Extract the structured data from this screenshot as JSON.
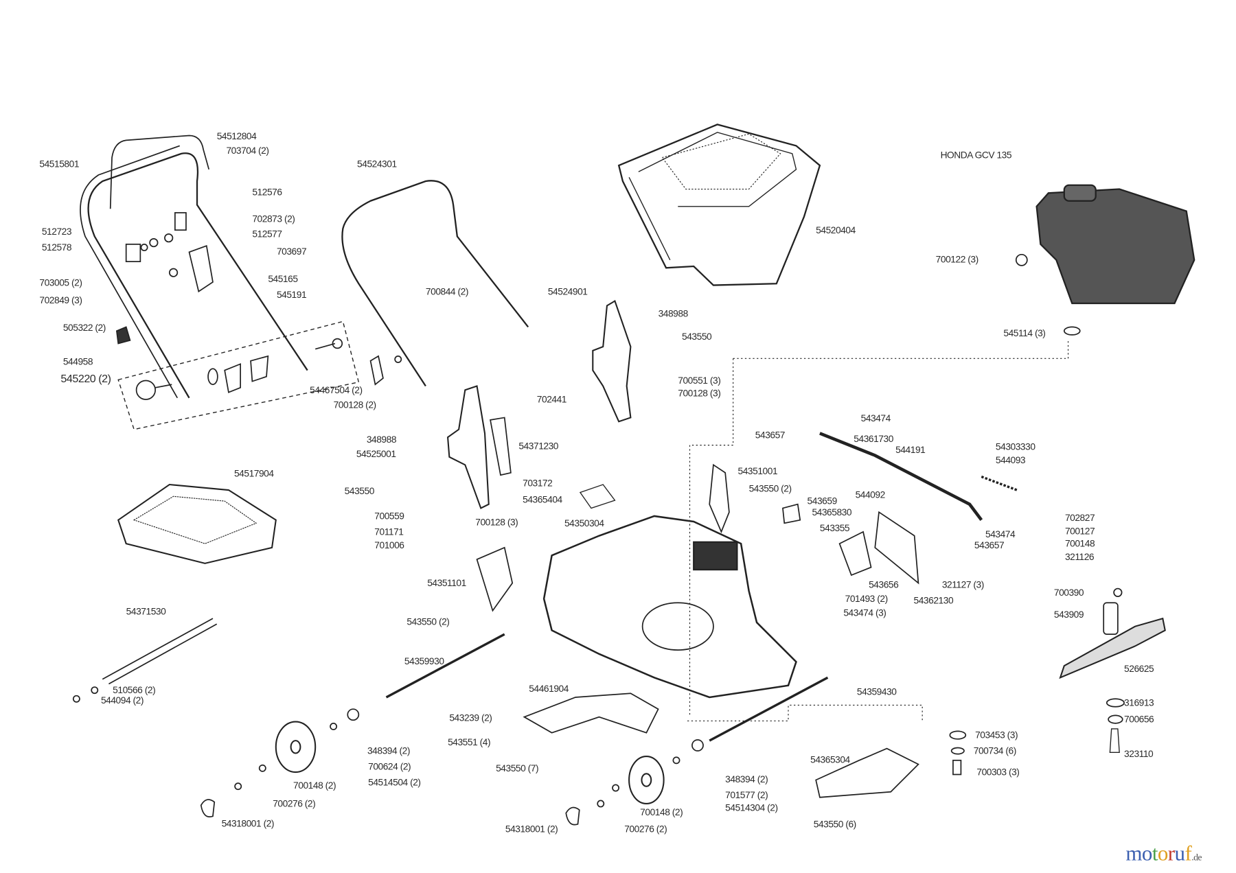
{
  "diagram": {
    "engine_label": "HONDA GCV 135",
    "parts": [
      "54512804",
      "703704 (2)",
      "54515801",
      "512576",
      "702873 (2)",
      "512723",
      "512577",
      "512578",
      "703697",
      "545165",
      "703005 (2)",
      "545191",
      "702849 (3)",
      "505322 (2)",
      "544958",
      "545220 (2)",
      "54467504 (2)",
      "700128 (2)",
      "54524301",
      "54520404",
      "700122 (3)",
      "545114 (3)",
      "700844 (2)",
      "54524901",
      "348988",
      "543550",
      "700551 (3)",
      "700128 (3)",
      "702441",
      "348988",
      "54525001",
      "54371230",
      "703172",
      "54365404",
      "543550",
      "700559",
      "701171",
      "700128 (3)",
      "701006",
      "54517904",
      "543474",
      "543657",
      "54361730",
      "544191",
      "54303330",
      "544093",
      "54351001",
      "543550 (2)",
      "544092",
      "543659",
      "54365830",
      "543355",
      "543474",
      "543657",
      "702827",
      "700127",
      "700148",
      "321126",
      "54350304",
      "543656",
      "321127 (3)",
      "701493 (2)",
      "54362130",
      "543474 (3)",
      "700390",
      "543909",
      "54351101",
      "543550 (2)",
      "54371530",
      "526625",
      "54359930",
      "54461904",
      "54359430",
      "510566 (2)",
      "544094 (2)",
      "543239 (2)",
      "316913",
      "700656",
      "703453 (3)",
      "543551 (4)",
      "348394 (2)",
      "700734 (6)",
      "54365304",
      "700624 (2)",
      "543550 (7)",
      "348394 (2)",
      "700303 (3)",
      "700148 (2)",
      "54514504 (2)",
      "701577 (2)",
      "54514304 (2)",
      "700276 (2)",
      "700148 (2)",
      "54318001 (2)",
      "54318001 (2)",
      "700276 (2)",
      "543550 (6)",
      "323110"
    ]
  },
  "watermark": {
    "text": "motoruf",
    "suffix": ".de",
    "colors": [
      "#3b5fb0",
      "#3b5fb0",
      "#4aa04a",
      "#e0a020",
      "#c0392b",
      "#3b5fb0",
      "#e0a020"
    ]
  },
  "colors": {
    "line": "#222222",
    "label": "#2a2a2a",
    "engine": "#4a4a4a"
  }
}
